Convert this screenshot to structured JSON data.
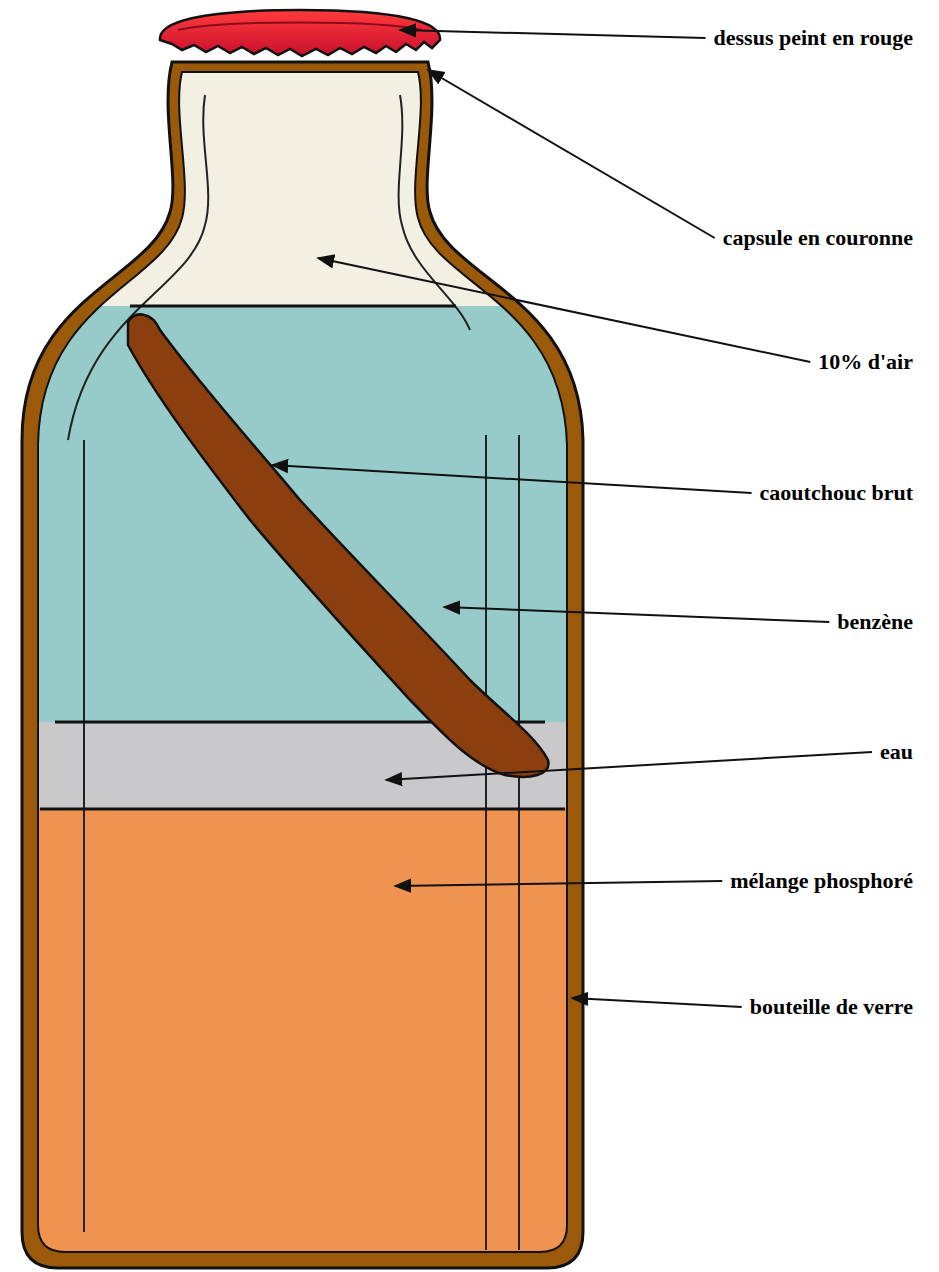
{
  "diagram": {
    "labels": [
      "dessus peint en rouge",
      "capsule en couronne",
      "10% d'air",
      "caoutchouc brut",
      "benzène",
      "eau",
      "mélange phosphoré",
      "bouteille de verre"
    ]
  }
}
